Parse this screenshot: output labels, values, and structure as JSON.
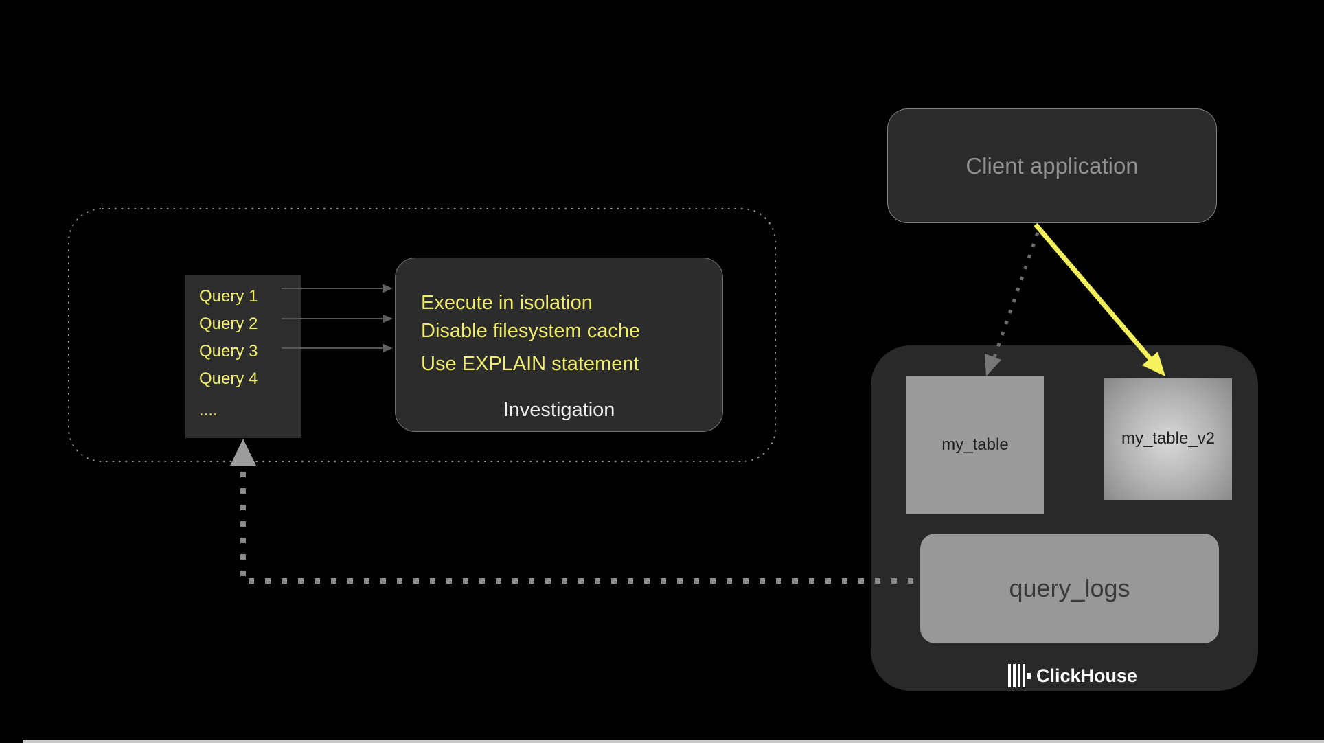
{
  "client_box": {
    "label": "Client application"
  },
  "queries_panel": {
    "items": [
      "Query 1",
      "Query 2",
      "Query 3",
      "Query 4",
      "...."
    ]
  },
  "investigation_box": {
    "tips": [
      "Execute in isolation",
      "Disable filesystem cache",
      "Use EXPLAIN statement"
    ],
    "caption": "Investigation"
  },
  "clickhouse_panel": {
    "table_1": "my_table",
    "table_2": "my_table_v2",
    "logs": "query_logs",
    "brand": "ClickHouse"
  },
  "colors": {
    "highlight_yellow": "#f0ee6e",
    "arrow_yellow": "#f4f15c",
    "box_dark": "#2c2c2c",
    "panel_dark": "#292929",
    "table_gray": "#9b9b9b",
    "logs_gray": "#989898",
    "muted_text": "#8f9193",
    "dotted_gray": "#9a9a9a"
  }
}
